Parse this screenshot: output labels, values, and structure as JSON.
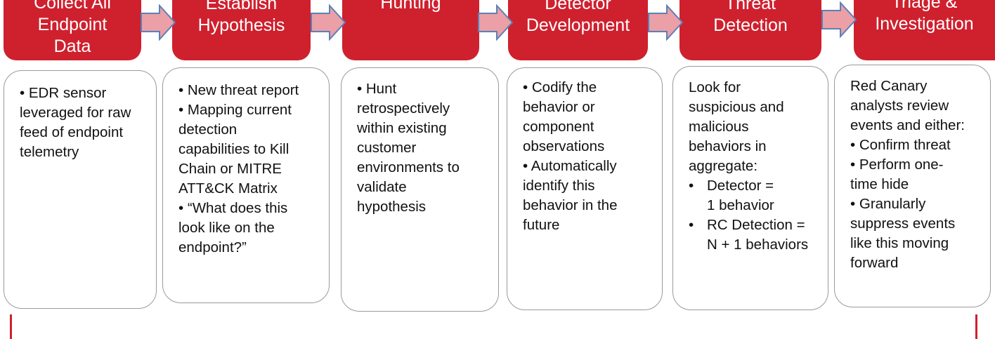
{
  "stages": [
    {
      "title_lines": [
        "Collect All",
        "Endpoint",
        "Data"
      ],
      "items": [
        {
          "type": "bullet",
          "lines": [
            "• EDR sensor",
            "leveraged for raw",
            "feed of endpoint",
            "telemetry"
          ]
        }
      ]
    },
    {
      "title_lines": [
        "Establish",
        "Hypothesis"
      ],
      "items": [
        {
          "type": "bullet",
          "lines": [
            "• New threat report"
          ]
        },
        {
          "type": "bullet",
          "lines": [
            "• Mapping current",
            "detection",
            "capabilities to Kill",
            "Chain or MITRE",
            "ATT&CK Matrix"
          ]
        },
        {
          "type": "bullet",
          "lines": [
            "• “What does this",
            "look like on the",
            "endpoint?”"
          ]
        }
      ]
    },
    {
      "title_lines": [
        "Hunting"
      ],
      "items": [
        {
          "type": "bullet",
          "lines": [
            "• Hunt",
            "retrospectively",
            "within existing",
            "customer",
            "environments to",
            "validate",
            "hypothesis"
          ]
        }
      ]
    },
    {
      "title_lines": [
        "Detector",
        "Development"
      ],
      "items": [
        {
          "type": "bullet",
          "lines": [
            "• Codify the",
            "behavior or",
            "component",
            "observations"
          ]
        },
        {
          "type": "bullet",
          "lines": [
            "• Automatically",
            "identify this",
            "behavior in the",
            "future"
          ]
        }
      ]
    },
    {
      "title_lines": [
        "Threat",
        "Detection"
      ],
      "items": [
        {
          "type": "text",
          "lines": [
            "Look for",
            "suspicious and",
            "malicious",
            "behaviors in",
            "aggregate:"
          ]
        },
        {
          "type": "indent",
          "lines": [
            "Detector =",
            "1 behavior"
          ]
        },
        {
          "type": "indent",
          "lines": [
            "RC Detection =",
            "N + 1 behaviors"
          ]
        }
      ]
    },
    {
      "title_lines": [
        "Triage &",
        "Investigation"
      ],
      "items": [
        {
          "type": "text",
          "lines": [
            "Red Canary",
            "analysts review",
            "events and either:"
          ]
        },
        {
          "type": "bullet",
          "lines": [
            "• Confirm threat"
          ]
        },
        {
          "type": "bullet",
          "lines": [
            "• Perform one-",
            "time hide"
          ]
        },
        {
          "type": "bullet",
          "lines": [
            "• Granularly",
            "suppress events",
            "like this moving",
            "forward"
          ]
        }
      ]
    }
  ],
  "colors": {
    "header_red": "#cf202e",
    "arrow_fill": "#eaa0a6",
    "arrow_stroke": "#5b80b8",
    "card_border": "#9a9a9a",
    "bracket_red": "#cf202e"
  }
}
